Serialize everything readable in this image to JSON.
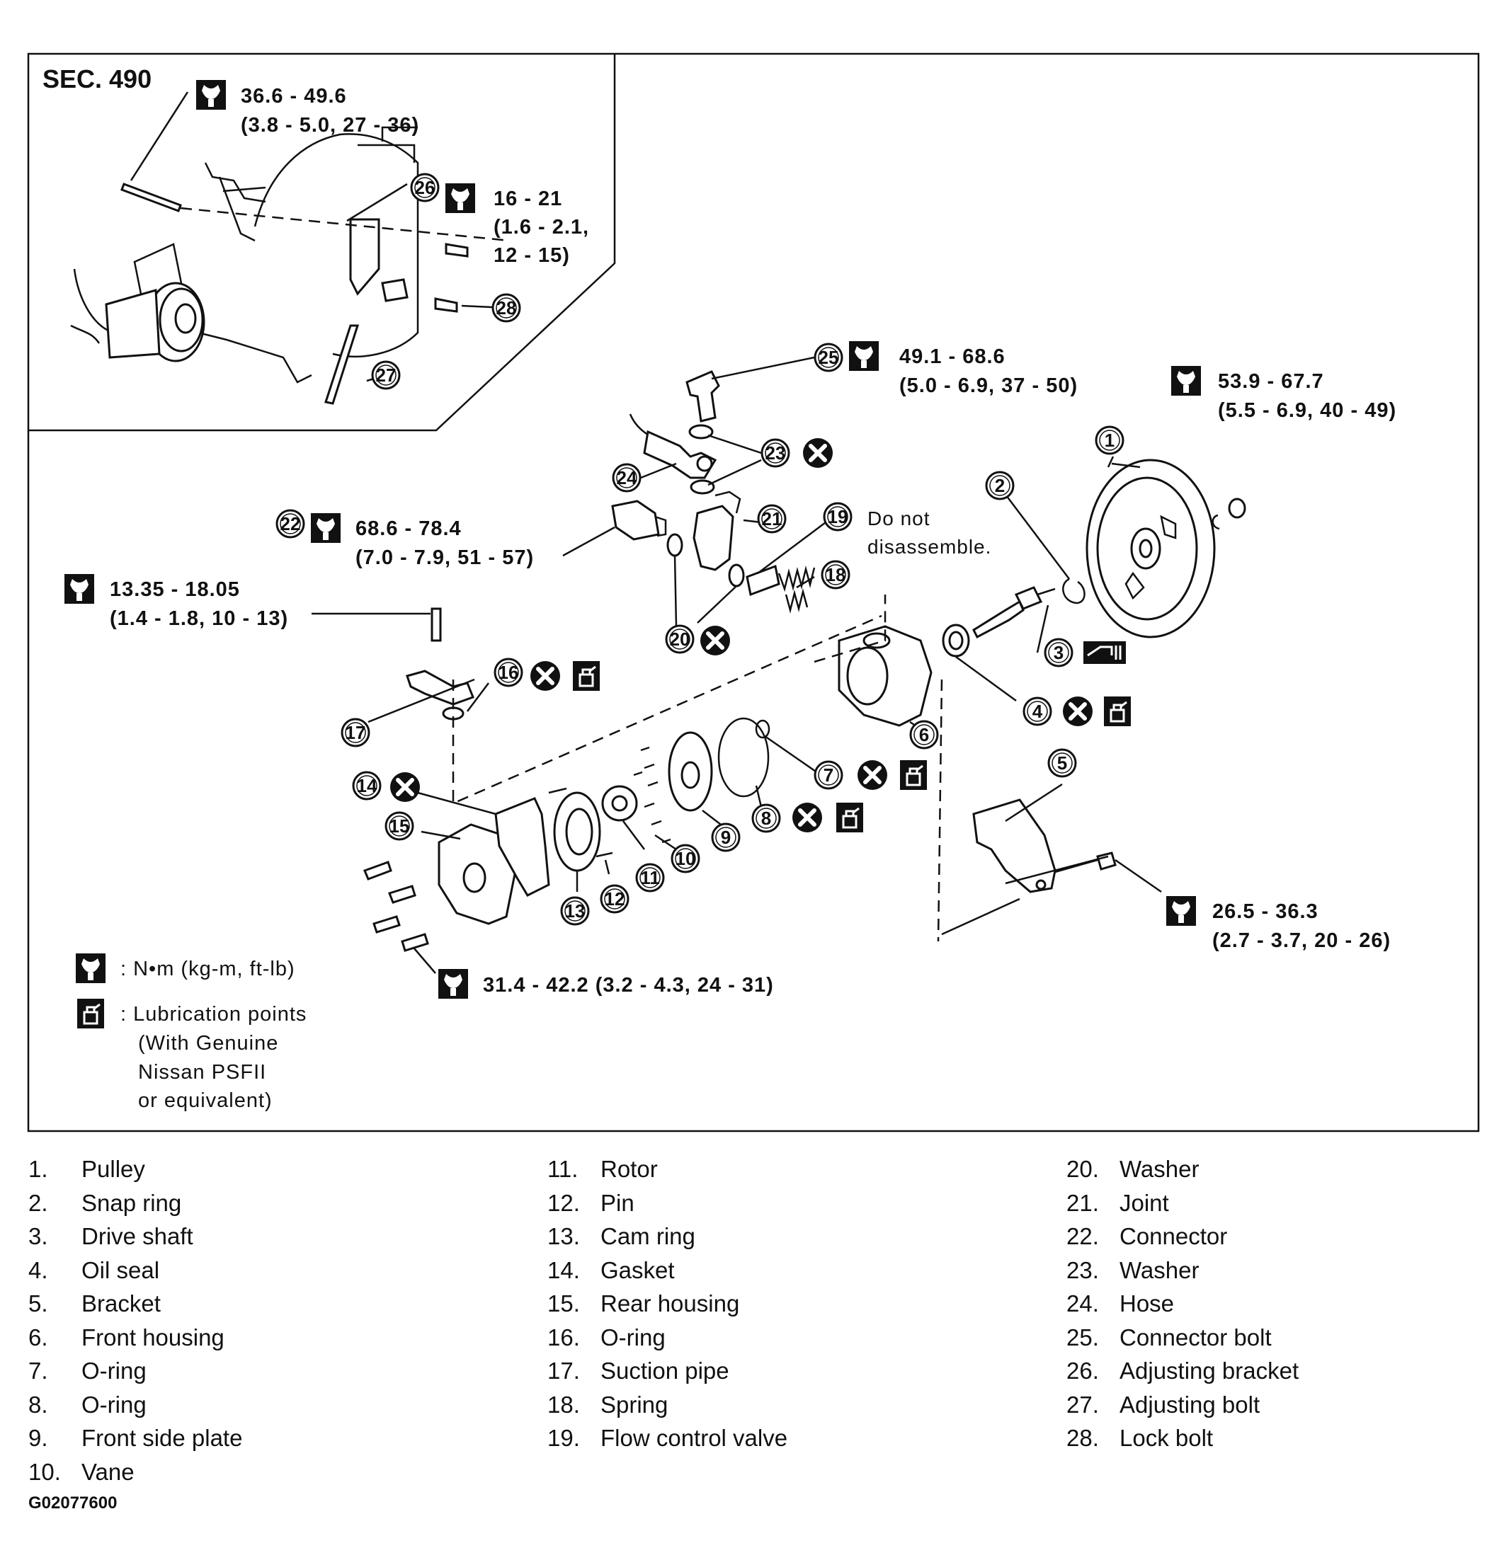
{
  "section_label": "SEC. 490",
  "torque_specs": {
    "t36": {
      "line1": "36.6 - 49.6",
      "line2": "(3.8 - 5.0, 27 - 36)"
    },
    "t16": {
      "line1": "16 - 21",
      "line2": "(1.6 - 2.1,",
      "line3": "12 - 15)"
    },
    "t49": {
      "line1": "49.1 - 68.6",
      "line2": "(5.0 - 6.9, 37 - 50)"
    },
    "t53": {
      "line1": "53.9 - 67.7",
      "line2": "(5.5 - 6.9, 40 - 49)"
    },
    "t68": {
      "line1": "68.6 - 78.4",
      "line2": "(7.0 - 7.9, 51 - 57)"
    },
    "t13": {
      "line1": "13.35 - 18.05",
      "line2": "(1.4 - 1.8, 10 - 13)"
    },
    "t26": {
      "line1": "26.5 - 36.3",
      "line2": "(2.7 - 3.7, 20 - 26)"
    },
    "t31": {
      "line1": "31.4 - 42.2 (3.2 - 4.3, 24 - 31)"
    }
  },
  "notes": {
    "do_not_1": "Do not",
    "do_not_2": "disassemble."
  },
  "legend": {
    "torque_unit": ": N•m (kg-m, ft-lb)",
    "lube_1": ": Lubrication points",
    "lube_2": "(With Genuine",
    "lube_3": "Nissan PSFII",
    "lube_4": "or equivalent)"
  },
  "callouts": [
    "1",
    "2",
    "3",
    "4",
    "5",
    "6",
    "7",
    "8",
    "9",
    "10",
    "11",
    "12",
    "13",
    "14",
    "15",
    "16",
    "17",
    "18",
    "19",
    "20",
    "21",
    "22",
    "23",
    "24",
    "25",
    "26",
    "27",
    "28"
  ],
  "parts_list": {
    "col1": [
      {
        "num": "1.",
        "name": "Pulley"
      },
      {
        "num": "2.",
        "name": "Snap ring"
      },
      {
        "num": "3.",
        "name": "Drive shaft"
      },
      {
        "num": "4.",
        "name": "Oil seal"
      },
      {
        "num": "5.",
        "name": "Bracket"
      },
      {
        "num": "6.",
        "name": "Front housing"
      },
      {
        "num": "7.",
        "name": "O-ring"
      },
      {
        "num": "8.",
        "name": "O-ring"
      },
      {
        "num": "9.",
        "name": "Front side plate"
      },
      {
        "num": "10.",
        "name": "Vane"
      }
    ],
    "col2": [
      {
        "num": "11.",
        "name": "Rotor"
      },
      {
        "num": "12.",
        "name": "Pin"
      },
      {
        "num": "13.",
        "name": "Cam ring"
      },
      {
        "num": "14.",
        "name": "Gasket"
      },
      {
        "num": "15.",
        "name": "Rear housing"
      },
      {
        "num": "16.",
        "name": "O-ring"
      },
      {
        "num": "17.",
        "name": "Suction pipe"
      },
      {
        "num": "18.",
        "name": "Spring"
      },
      {
        "num": "19.",
        "name": "Flow control valve"
      }
    ],
    "col3": [
      {
        "num": "20.",
        "name": "Washer"
      },
      {
        "num": "21.",
        "name": "Joint"
      },
      {
        "num": "22.",
        "name": "Connector"
      },
      {
        "num": "23.",
        "name": "Washer"
      },
      {
        "num": "24.",
        "name": "Hose"
      },
      {
        "num": "25.",
        "name": "Connector bolt"
      },
      {
        "num": "26.",
        "name": "Adjusting bracket"
      },
      {
        "num": "27.",
        "name": "Adjusting bolt"
      },
      {
        "num": "28.",
        "name": "Lock bolt"
      }
    ]
  },
  "figure_code": "G02077600"
}
